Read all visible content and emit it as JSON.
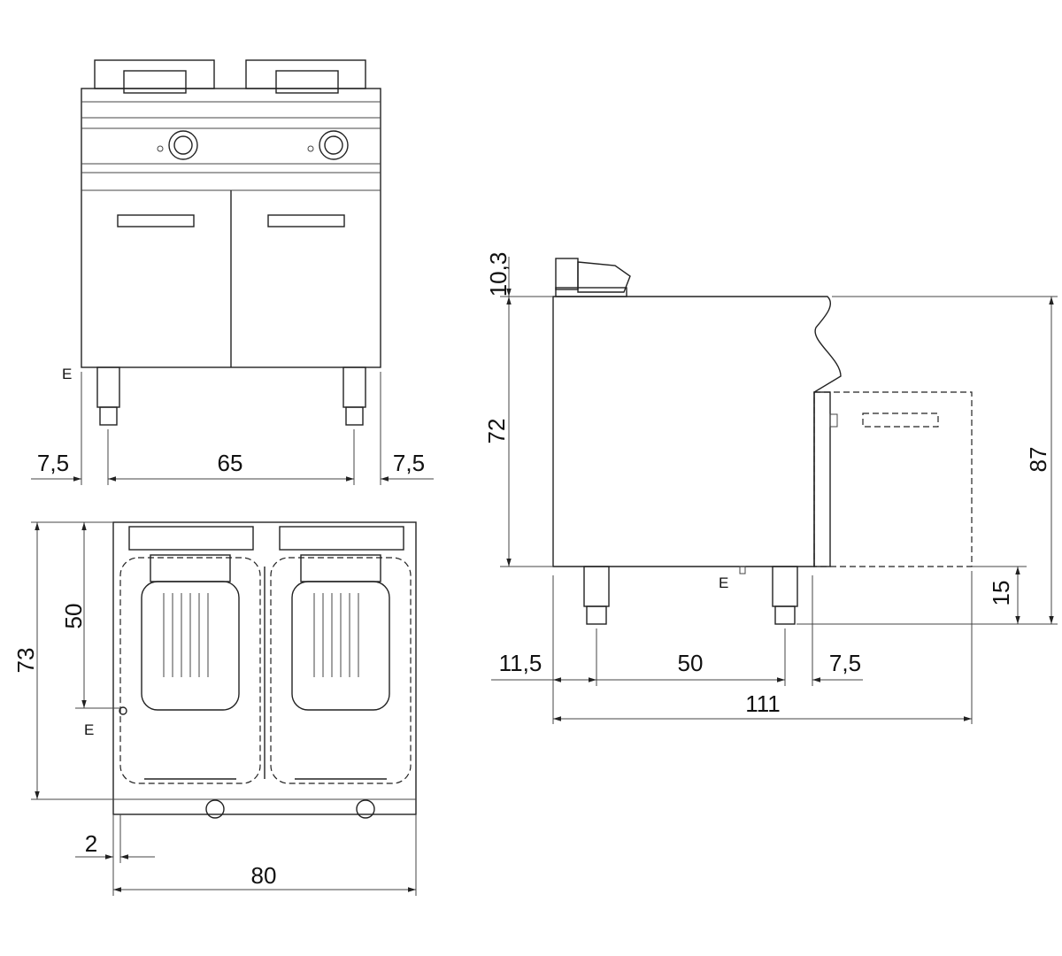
{
  "front_view": {
    "dims": {
      "left": "7,5",
      "middle": "65",
      "right": "7,5"
    },
    "marker": "E"
  },
  "top_view": {
    "dims": {
      "depth": "73",
      "drain_depth": "50",
      "edge": "2",
      "width": "80"
    },
    "marker": "E"
  },
  "side_view": {
    "dims": {
      "top": "10,3",
      "height_body": "72",
      "height_total": "87",
      "leg_height": "15",
      "front_offset": "11,5",
      "leg_spacing": "50",
      "rear_offset": "7,5",
      "depth_total": "111"
    },
    "marker": "E"
  }
}
